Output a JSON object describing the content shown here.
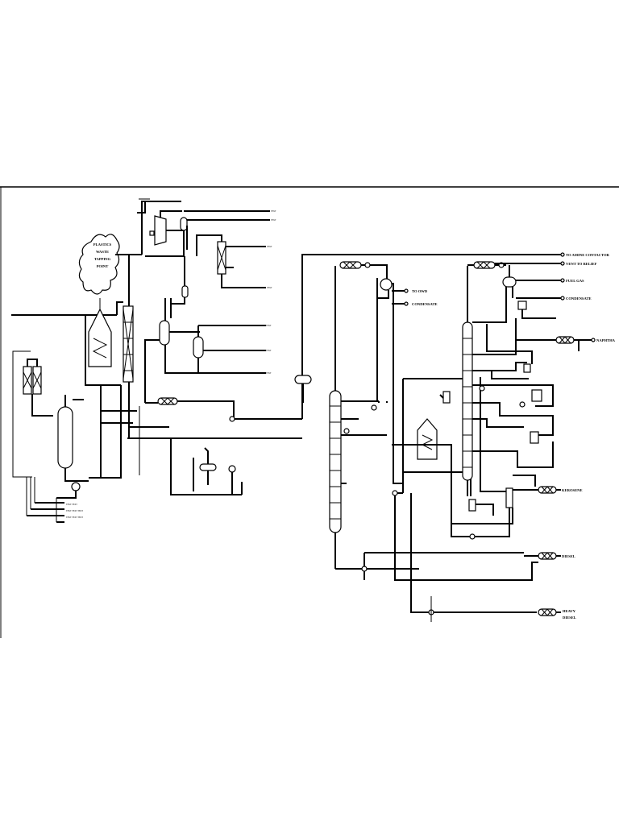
{
  "labels": {
    "plastics_waste": [
      "PLASTICS",
      "WASTE",
      "TAPPING",
      "POINT"
    ],
    "to_amine_contactor": "TO AMINE CONTACTOR",
    "vent_to_relief": "VENT TO RELIEF",
    "fuel_gas": "FUEL GAS",
    "condensate_right": "CONDENSATE",
    "to_owd": "TO OWD",
    "condensate_mid": "CONDENSATE",
    "naphtha": "NAPHTHA",
    "kerosene": "KEROSENE",
    "diesel": "DIESEL",
    "heavy_diesel": [
      "HEAVY",
      "DIESEL"
    ]
  }
}
